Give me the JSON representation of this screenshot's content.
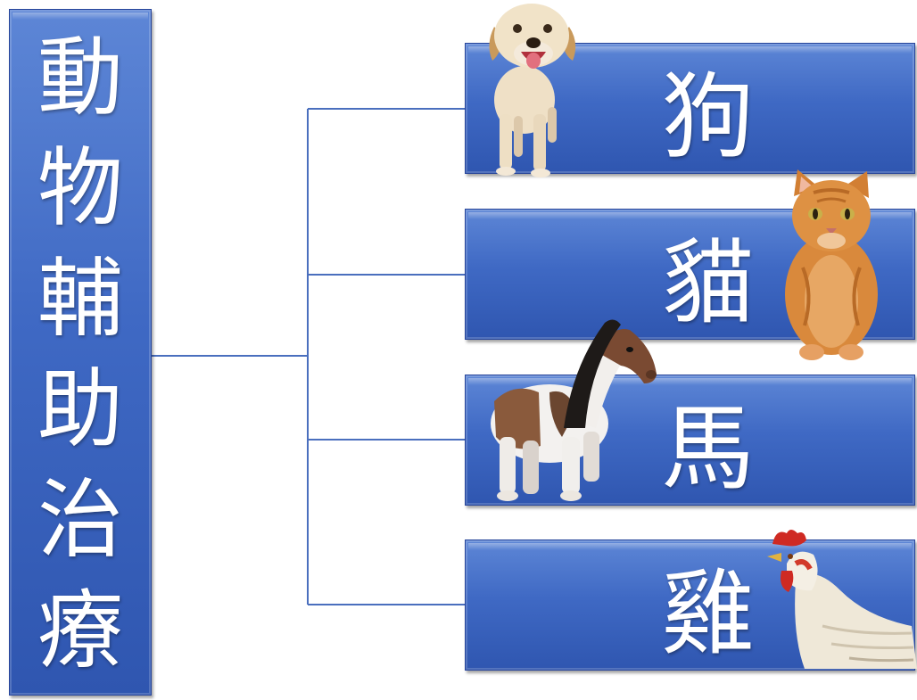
{
  "root": {
    "chars": [
      "動",
      "物",
      "輔",
      "助",
      "治",
      "療"
    ]
  },
  "branches": [
    {
      "label": "狗",
      "animal_icon": "dog-icon"
    },
    {
      "label": "貓",
      "animal_icon": "cat-icon"
    },
    {
      "label": "馬",
      "animal_icon": "horse-icon"
    },
    {
      "label": "雞",
      "animal_icon": "rooster-icon"
    }
  ],
  "colors": {
    "box": "#3f69c4",
    "connector": "#4a6fbe",
    "text": "#ffffff"
  }
}
